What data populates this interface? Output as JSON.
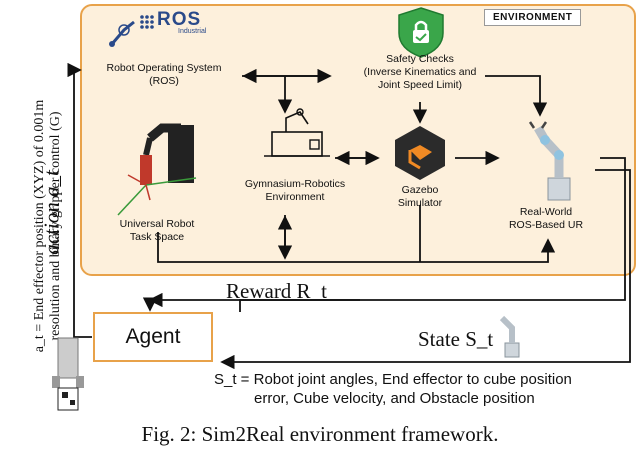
{
  "environment_tag": "ENVIRONMENT",
  "ros": {
    "logo_text": "ROS",
    "logo_sub": "Industrial",
    "label_line1": "Robot Operating System",
    "label_line2": "(ROS)"
  },
  "safety": {
    "line1": "Safety Checks",
    "line2": "(Inverse Kinematics and",
    "line3": "Joint Speed Limit)"
  },
  "task_space": {
    "line1": "Universal Robot",
    "line2": "Task Space"
  },
  "gym": {
    "line1": "Gymnasium-Robotics",
    "line2": "Environment"
  },
  "gazebo": {
    "line1": "Gazebo",
    "line2": "Simulator"
  },
  "real_ur": {
    "line1": "Real-World",
    "line2": "ROS-Based UR"
  },
  "left_vertical": {
    "line1": "a_t = End effector position (XYZ) of 0.001m",
    "line2": "resolution and binary gripper control (G)"
  },
  "action_label": "action a_t",
  "reward_label": "Reward R_t",
  "agent_label": "Agent",
  "state_label": "State S_t",
  "state_def": {
    "line1": "S_t = Robot joint angles, End effector to cube position",
    "line2": "error, Cube velocity, and Obstacle position"
  },
  "caption": "Fig. 2: Sim2Real environment framework.",
  "colors": {
    "env_fill": "#fdf0dc",
    "env_border": "#e8a24a",
    "shield_green": "#3aa64a",
    "gazebo_orange": "#f08a24",
    "arrow": "#111111"
  },
  "icons": [
    "robot-arm-icon",
    "shield-lock-icon",
    "workbench-robot-icon",
    "gazebo-logo-icon",
    "ur-robot-icon",
    "gripper-icon"
  ]
}
